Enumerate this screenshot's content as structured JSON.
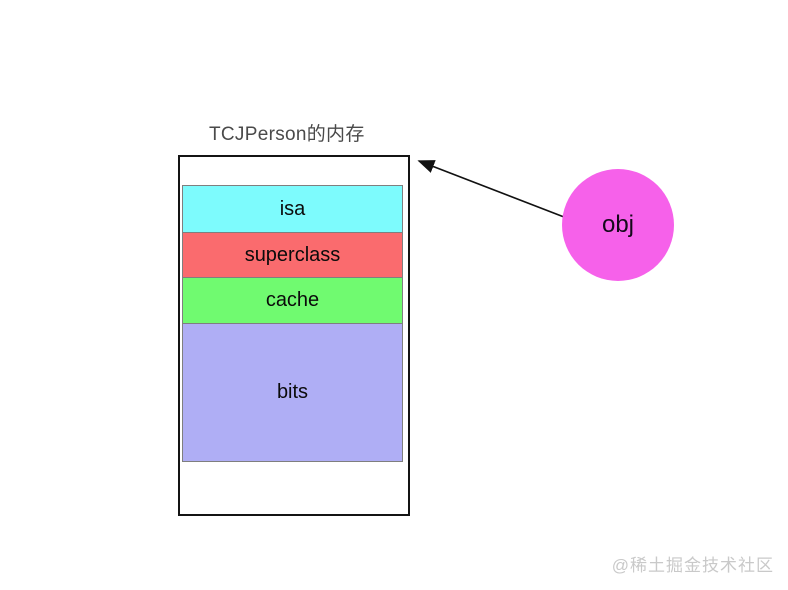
{
  "diagram": {
    "title": "TCJPerson的内存",
    "memory_box": {
      "name": "TCJPerson memory box",
      "segments": [
        {
          "label": "isa",
          "color": "#7DFBFD"
        },
        {
          "label": "superclass",
          "color": "#FA6B6E"
        },
        {
          "label": "cache",
          "color": "#70FA70"
        },
        {
          "label": "bits",
          "color": "#AFAEF5"
        }
      ],
      "border_color": "#141414",
      "segment_border_color": "#7F7F7F"
    },
    "obj_node": {
      "label": "obj",
      "color": "#F661EA"
    },
    "arrow": {
      "from": "obj",
      "to": "TCJPerson memory box top-right corner",
      "color": "#111111"
    }
  },
  "watermark": {
    "text": "@稀土掘金技术社区",
    "color": "#C9C9C9"
  }
}
